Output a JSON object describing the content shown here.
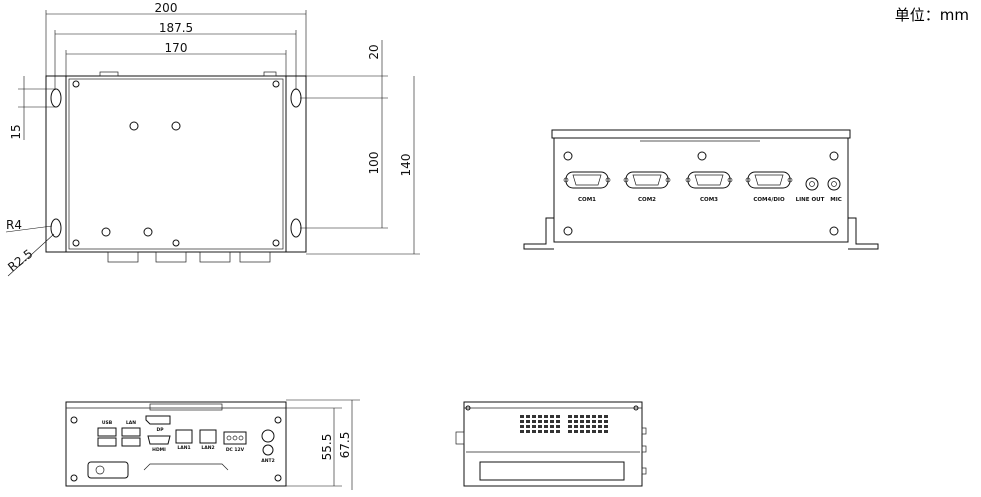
{
  "unit_label": "单位：mm",
  "top_view": {
    "dim_width_total": "200",
    "dim_width_holes": "187.5",
    "dim_width_body": "170",
    "dim_top_offset": "20",
    "dim_hole_spacing": "100",
    "dim_depth": "140",
    "dim_slot": "15",
    "dim_radius_small": "R4",
    "dim_radius_large": "R2.5"
  },
  "rear_view": {
    "ports": [
      "COM1",
      "COM2",
      "COM3",
      "COM4/DIO",
      "LINE OUT",
      "MIC"
    ]
  },
  "front_view": {
    "labels": [
      "USB",
      "LAN",
      "DP",
      "HDMI",
      "LAN1",
      "LAN2",
      "DC 12V",
      "ANT2"
    ],
    "dim_height_body": "55.5",
    "dim_height_total": "67.5"
  }
}
